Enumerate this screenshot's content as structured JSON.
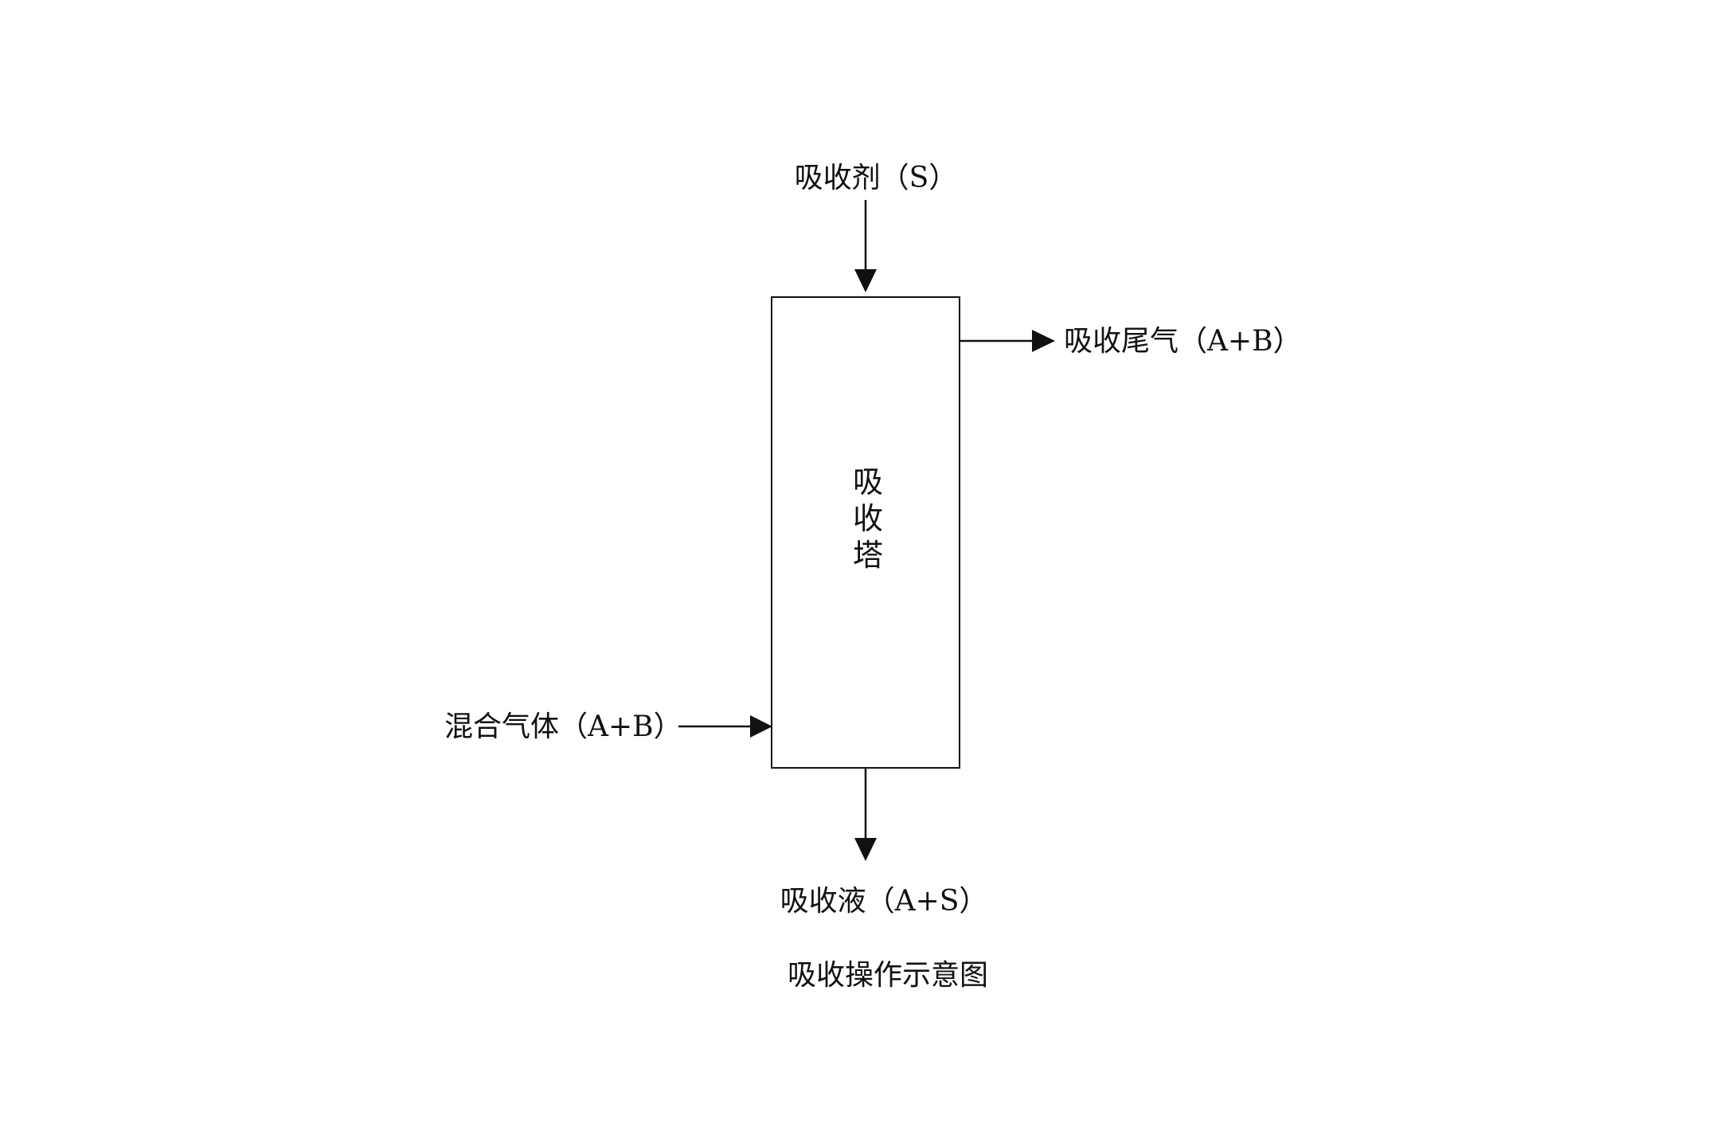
{
  "diagram": {
    "tower_label": [
      "吸",
      "收",
      "塔"
    ],
    "absorbent_label": "吸收剂（S）",
    "tail_gas_label": "吸收尾气（A+B）",
    "mixed_gas_label": "混合气体（A+B）",
    "absorption_liquid_label": "吸收液（A+S）",
    "caption": "吸收操作示意图"
  },
  "colors": {
    "line": "#111111",
    "background": "#ffffff"
  }
}
